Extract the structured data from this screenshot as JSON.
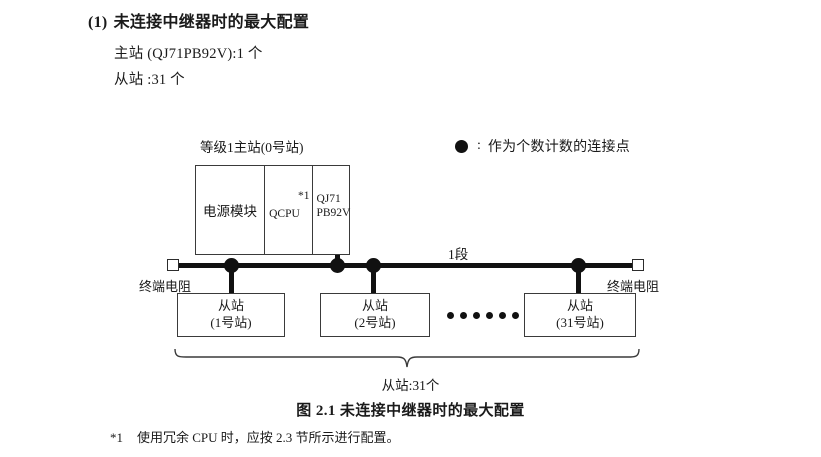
{
  "heading": {
    "number": "(1)",
    "title": "未连接中继器时的最大配置",
    "spec_master": "主站 (QJ71PB92V):1 个",
    "spec_slave": "从站 :31 个"
  },
  "legend": {
    "marker": "filled-circle",
    "colon": ":",
    "text": "作为个数计数的连接点"
  },
  "diagram": {
    "master_label": "等级1主站(0号站)",
    "rack": {
      "power_module": "电源模块",
      "cpu": "QCPU",
      "cpu_footnote_mark": "*1",
      "network_line1": "QJ71",
      "network_line2": "PB92V"
    },
    "segment_label": "1段",
    "terminator_left": "终端电阻",
    "terminator_right": "终端电阻",
    "slaves": [
      {
        "name": "从站",
        "station": "(1号站)"
      },
      {
        "name": "从站",
        "station": "(2号站)"
      },
      {
        "name": "从站",
        "station": "(31号站)"
      }
    ],
    "ellipsis_dots": 6,
    "brace_label": "从站:31个"
  },
  "caption": "图 2.1  未连接中继器时的最大配置",
  "footnote": {
    "mark": "*1",
    "text": "使用冗余 CPU 时，应按 2.3 节所示进行配置。"
  }
}
